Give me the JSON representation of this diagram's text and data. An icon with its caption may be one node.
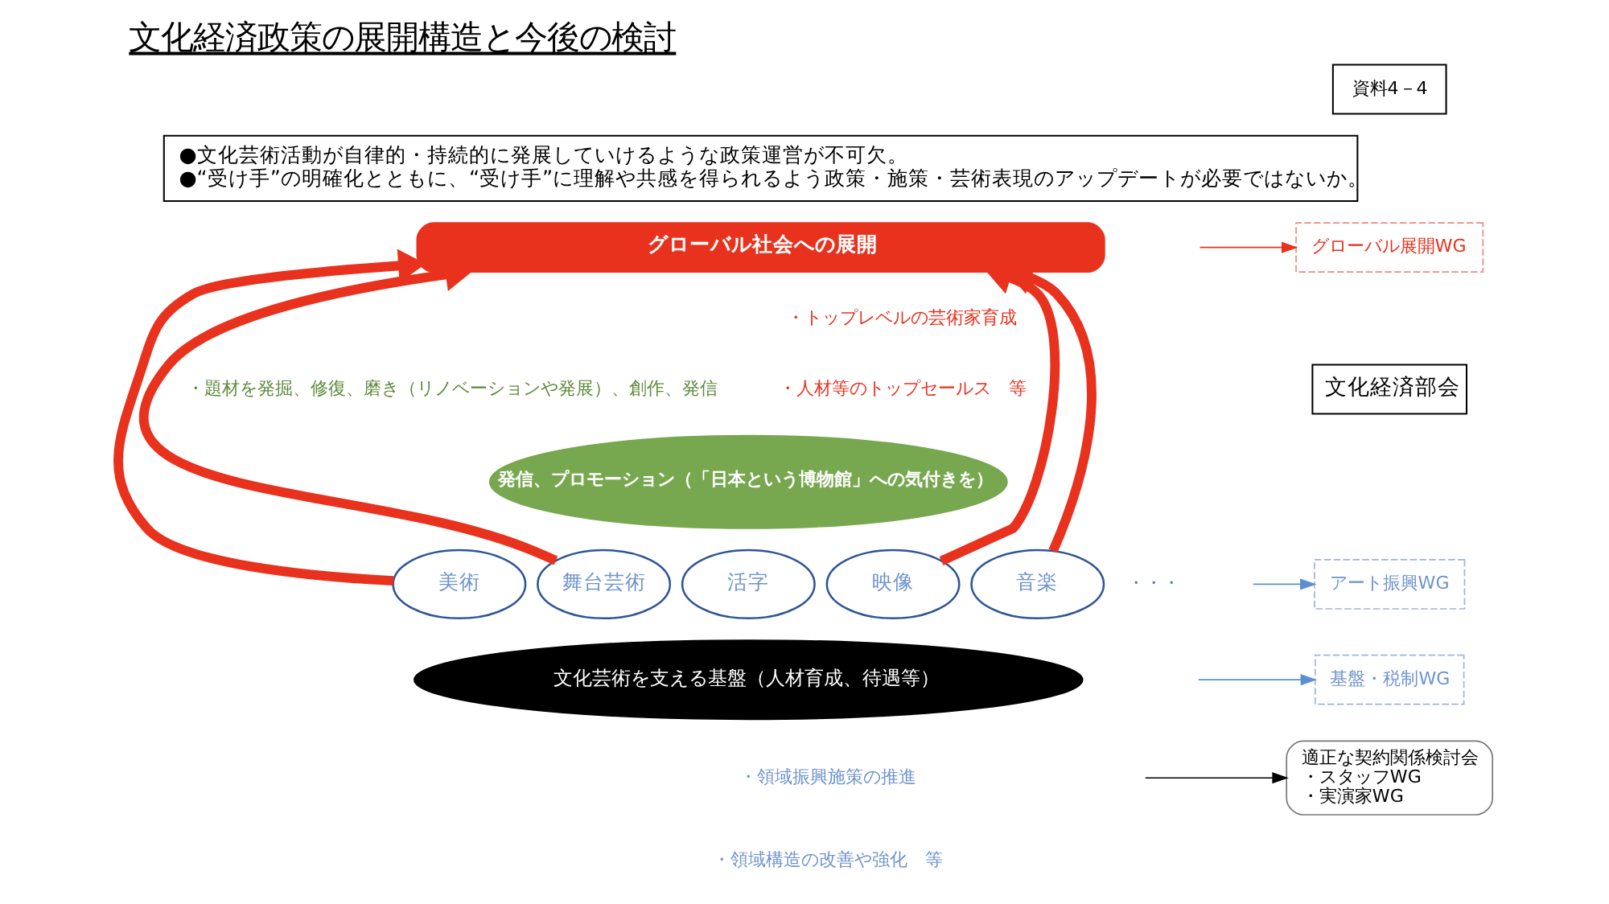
{
  "diagram": {
    "title": "文化経済政策の展開構造と今後の検討",
    "nodes": [
      {
        "text": [
          "資料4－4"
        ]
      },
      {
        "text": [
          "●文化芸術活動が自律的・持続的に発展していけるような政策運営が不可欠。",
          "●“受け手”の明確化とともに、“受け手”に理解や共感を得られるよう政策・施策・芸術表現のアップデートが必要ではないか。"
        ]
      },
      {
        "text": [
          "グローバル社会への展開"
        ]
      },
      {
        "text": [
          "グローバル展開WG"
        ]
      },
      {
        "text": [
          "文化経済部会"
        ]
      },
      {
        "text": [
          "発信、プロモーション（「日本という博物館」への気付きを）"
        ]
      },
      {
        "text": [
          "美術"
        ]
      },
      {
        "text": [
          "舞台芸術"
        ]
      },
      {
        "text": [
          "活字"
        ]
      },
      {
        "text": [
          "映像"
        ]
      },
      {
        "text": [
          "音楽"
        ]
      },
      {
        "text": [
          "アート振興WG"
        ]
      },
      {
        "text": [
          "基盤・税制WG"
        ]
      },
      {
        "text": [
          "文化芸術を支える基盤（人材育成、待遇等）"
        ]
      },
      {
        "text": [
          "適正な契約関係検討会",
          "・スタッフWG",
          "・実演家WG"
        ]
      }
    ],
    "edges": [
      {
        "from": 6,
        "to": 2,
        "arrow": "to",
        "style": "thick",
        "color": "#e8321e"
      },
      {
        "from": 7,
        "to": 2,
        "arrow": "to",
        "style": "thick",
        "color": "#e8321e"
      },
      {
        "from": 9,
        "to": 2,
        "arrow": "to",
        "style": "thick",
        "color": "#e8321e"
      },
      {
        "from": 10,
        "to": 2,
        "arrow": "to",
        "style": "thick",
        "color": "#e8321e"
      },
      {
        "from": null,
        "to": 3,
        "arrow": "to",
        "color": "#e8321e"
      },
      {
        "from": null,
        "to": 11,
        "arrow": "to",
        "color": "#5b8fd0"
      },
      {
        "from": null,
        "to": 12,
        "arrow": "to",
        "color": "#5b8fd0"
      },
      {
        "from": null,
        "to": 14,
        "arrow": "to",
        "color": "#000000"
      }
    ],
    "labels": [
      "・題材を発掘、修復、磨き（リノベーションや発展）、創作、発信",
      "・トップレベルの芸術家育成",
      "・人材等のトップセールス　等",
      "・・・",
      "・領域振興施策の推進",
      "・領域構造の改善や強化　等"
    ]
  }
}
